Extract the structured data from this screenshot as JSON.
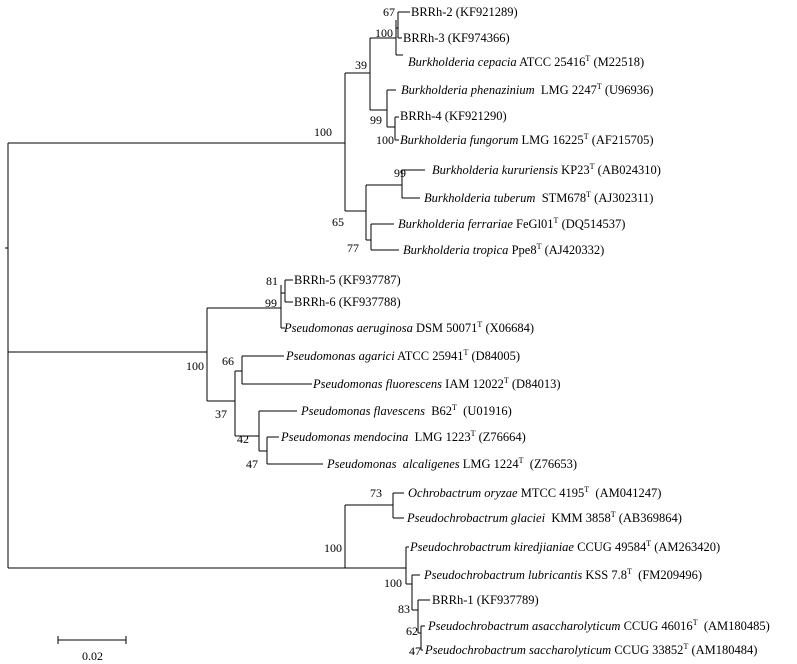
{
  "tree": {
    "taxa": {
      "t1": [
        {
          "t": "BRRh-2 (KF921289)"
        }
      ],
      "t2": [
        {
          "t": "BRRh-3 (KF974366)"
        }
      ],
      "t3": [
        {
          "t": "Burkholderia cepacia",
          "i": true
        },
        {
          "t": " ATCC 25416"
        },
        {
          "t": "T",
          "s": true
        },
        {
          "t": " (M22518)"
        }
      ],
      "t4": [
        {
          "t": "Burkholderia phenazinium",
          "i": true
        },
        {
          "t": "  LMG 2247"
        },
        {
          "t": "T",
          "s": true
        },
        {
          "t": " (U96936)"
        }
      ],
      "t5": [
        {
          "t": "BRRh-4 (KF921290)"
        }
      ],
      "t6": [
        {
          "t": "Burkholderia fungorum",
          "i": true
        },
        {
          "t": " LMG 16225"
        },
        {
          "t": "T",
          "s": true
        },
        {
          "t": " (AF215705)"
        }
      ],
      "t7": [
        {
          "t": "Burkholderia kururiensis",
          "i": true
        },
        {
          "t": " KP23"
        },
        {
          "t": "T",
          "s": true
        },
        {
          "t": " (AB024310)"
        }
      ],
      "t8": [
        {
          "t": "Burkholderia tuberum",
          "i": true
        },
        {
          "t": "  STM678"
        },
        {
          "t": "T",
          "s": true
        },
        {
          "t": " (AJ302311)"
        }
      ],
      "t9": [
        {
          "t": "Burkholderia ferrariae",
          "i": true
        },
        {
          "t": " FeGl01"
        },
        {
          "t": "T",
          "s": true
        },
        {
          "t": " (DQ514537)"
        }
      ],
      "t10": [
        {
          "t": "Burkholderia tropica",
          "i": true
        },
        {
          "t": " Ppe8"
        },
        {
          "t": "T",
          "s": true
        },
        {
          "t": " (AJ420332)"
        }
      ],
      "t11": [
        {
          "t": "BRRh-5 (KF937787)"
        }
      ],
      "t12": [
        {
          "t": "BRRh-6 (KF937788)"
        }
      ],
      "t13": [
        {
          "t": "Pseudomonas aeruginosa",
          "i": true
        },
        {
          "t": " DSM 50071"
        },
        {
          "t": "T",
          "s": true
        },
        {
          "t": " (X06684)"
        }
      ],
      "t14": [
        {
          "t": "Pseudomonas agarici",
          "i": true
        },
        {
          "t": " ATCC 25941"
        },
        {
          "t": "T",
          "s": true
        },
        {
          "t": " (D84005)"
        }
      ],
      "t15": [
        {
          "t": "Pseudomonas fluorescens",
          "i": true
        },
        {
          "t": " IAM 12022"
        },
        {
          "t": "T",
          "s": true
        },
        {
          "t": " (D84013)"
        }
      ],
      "t16": [
        {
          "t": "Pseudomonas flavescens",
          "i": true
        },
        {
          "t": "  B62"
        },
        {
          "t": "T",
          "s": true
        },
        {
          "t": "  (U01916)"
        }
      ],
      "t17": [
        {
          "t": "Pseudomonas mendocina",
          "i": true
        },
        {
          "t": "  LMG 1223"
        },
        {
          "t": "T",
          "s": true
        },
        {
          "t": " (Z76664)"
        }
      ],
      "t18": [
        {
          "t": "Pseudomonas  alcaligenes",
          "i": true
        },
        {
          "t": " LMG 1224"
        },
        {
          "t": "T",
          "s": true
        },
        {
          "t": "  (Z76653)"
        }
      ],
      "t19": [
        {
          "t": "Ochrobactrum oryzae",
          "i": true
        },
        {
          "t": " MTCC 4195"
        },
        {
          "t": "T",
          "s": true
        },
        {
          "t": "  (AM041247)"
        }
      ],
      "t20": [
        {
          "t": "Pseudochrobactrum glaciei",
          "i": true
        },
        {
          "t": "  KMM 3858"
        },
        {
          "t": "T",
          "s": true
        },
        {
          "t": " (AB369864)"
        }
      ],
      "t21": [
        {
          "t": "Pseudochrobactrum kiredjianiae",
          "i": true
        },
        {
          "t": " CCUG 49584"
        },
        {
          "t": "T",
          "s": true
        },
        {
          "t": " (AM263420)"
        }
      ],
      "t22": [
        {
          "t": "Pseudochrobactrum lubricantis",
          "i": true
        },
        {
          "t": " KSS 7.8"
        },
        {
          "t": "T",
          "s": true
        },
        {
          "t": "  (FM209496)"
        }
      ],
      "t23": [
        {
          "t": "BRRh-1 (KF937789)"
        }
      ],
      "t24": [
        {
          "t": "Pseudochrobactrum asaccharolyticum",
          "i": true
        },
        {
          "t": " CCUG 46016"
        },
        {
          "t": "T",
          "s": true
        },
        {
          "t": "  (AM180485)"
        }
      ],
      "t25": [
        {
          "t": "Pseudochrobactrum saccharolyticum",
          "i": true
        },
        {
          "t": " CCUG 33852"
        },
        {
          "t": "T",
          "s": true
        },
        {
          "t": " (AM180484)"
        }
      ]
    },
    "bootstrap": {
      "b67": "67",
      "b100a": "100",
      "b39": "39",
      "b99a": "99",
      "b100b": "100",
      "b100c": "100",
      "b99b": "99",
      "b65": "65",
      "b77": "77",
      "b81": "81",
      "b99c": "99",
      "b100d": "100",
      "b66": "66",
      "b37": "37",
      "b42": "42",
      "b47a": "47",
      "b73": "73",
      "b100e": "100",
      "b100f": "100",
      "b83": "83",
      "b62": "62",
      "b47b": "47"
    },
    "scale_bar": {
      "label": "0.02"
    }
  }
}
